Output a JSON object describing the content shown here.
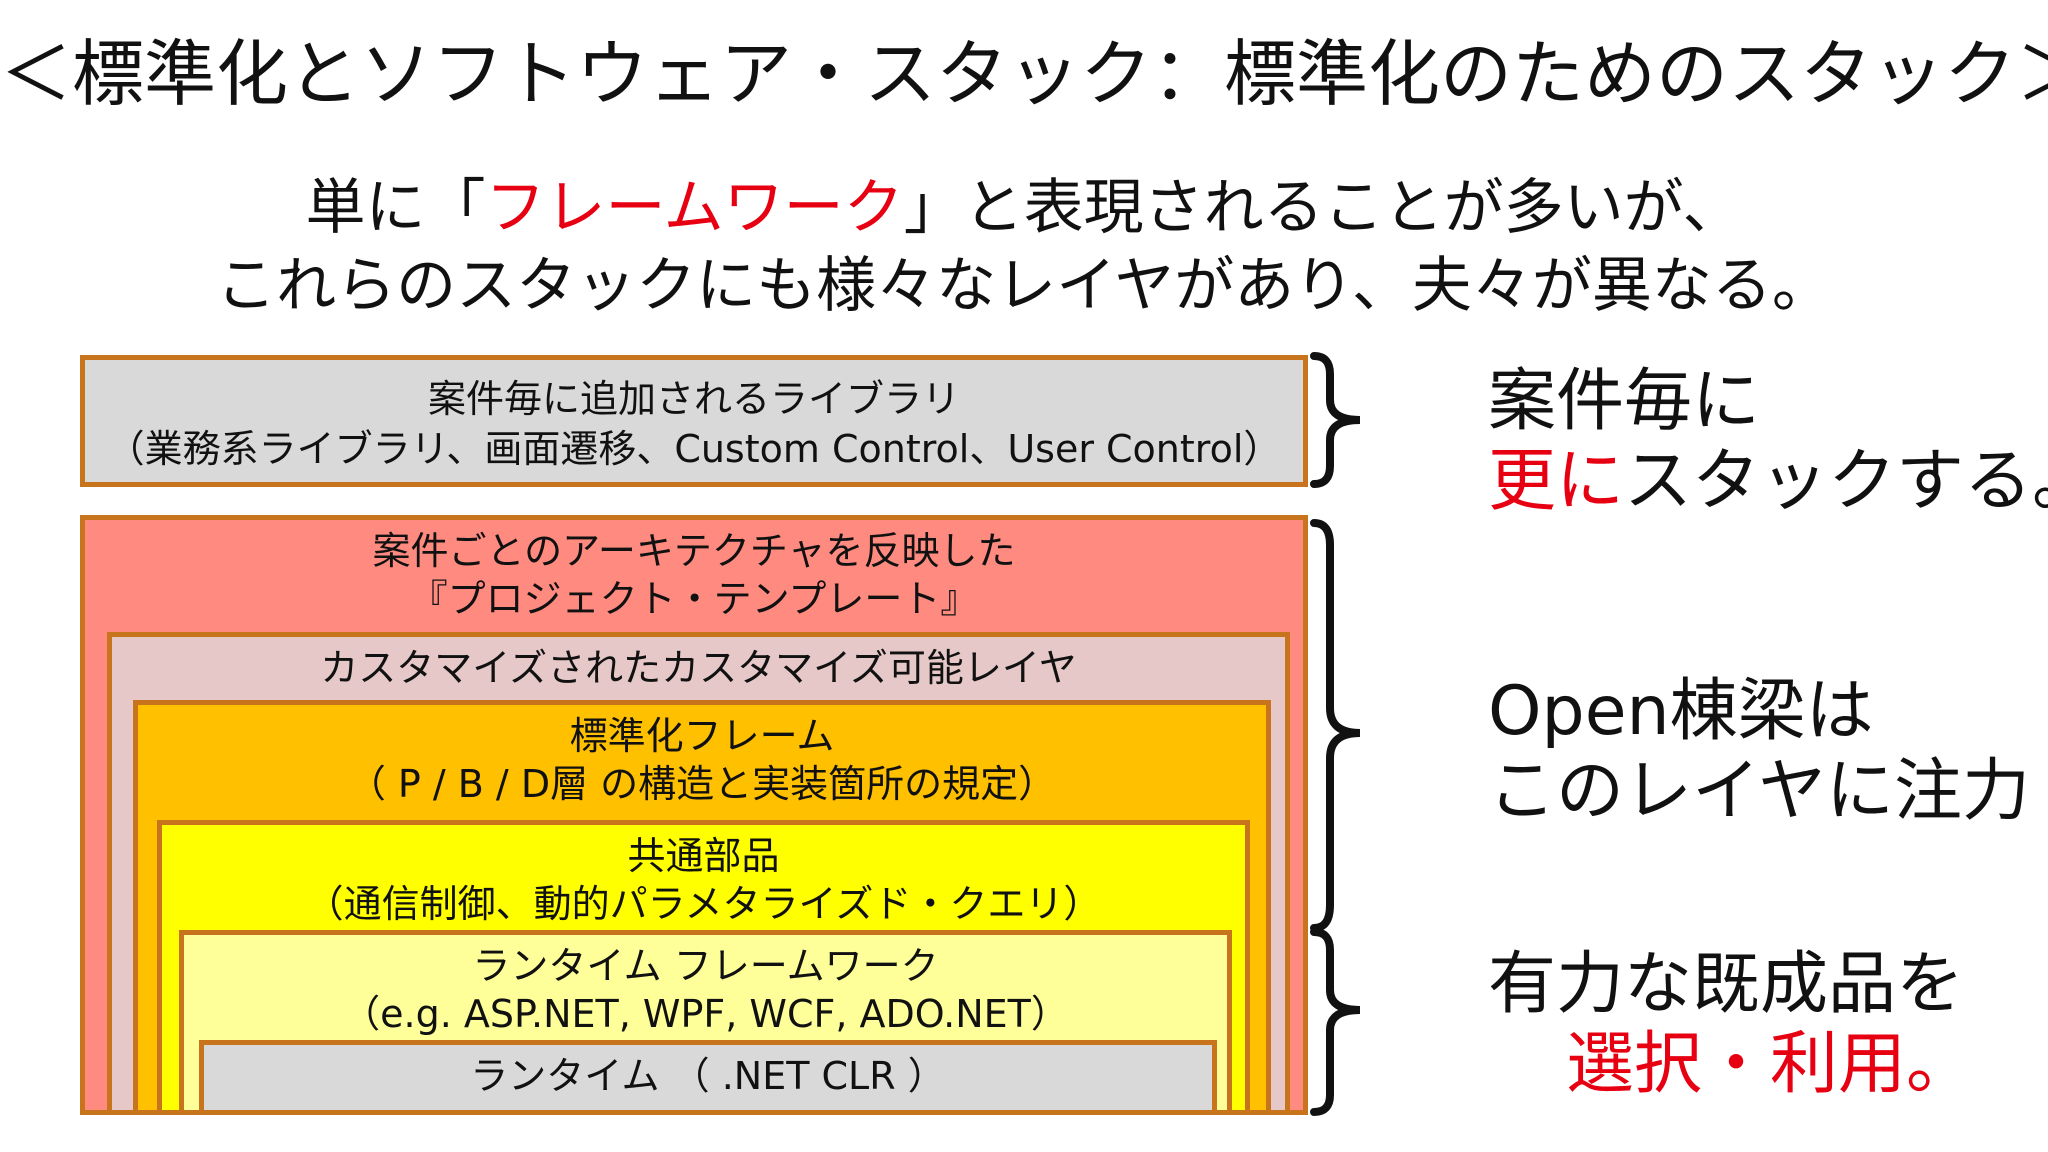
{
  "title": "＜標準化とソフトウェア・スタック：標準化のためのスタック＞",
  "subtitle": {
    "line1_before": "単に「",
    "line1_highlight": "フレームワーク",
    "line1_after": "」と表現されることが多いが、",
    "line2": "これらのスタックにも様々なレイヤがあり、夫々が異なる。"
  },
  "layers": {
    "project_library": {
      "line1": "案件毎に追加されるライブラリ",
      "line2": "（業務系ライブラリ、画面遷移、Custom Control、User Control）"
    },
    "project_template": {
      "line1": "案件ごとのアーキテクチャを反映した",
      "line2": "『プロジェクト・テンプレート』"
    },
    "customized_layer": {
      "line1": "カスタマイズされたカスタマイズ可能レイヤ"
    },
    "standard_frame": {
      "line1": "標準化フレーム",
      "line2": "（ P / B / D層 の構造と実装箇所の規定）"
    },
    "common_parts": {
      "line1": "共通部品",
      "line2": "（通信制御、動的パラメタライズド・クエリ）"
    },
    "runtime_framework": {
      "line1": "ランタイム フレームワーク",
      "line2": "（e.g. ASP.NET, WPF, WCF, ADO.NET）"
    },
    "runtime": {
      "line1": "ランタイム （ .NET CLR ）"
    }
  },
  "side_notes": {
    "top": {
      "line1": "案件毎に",
      "line2_highlight": "更に",
      "line2_rest": "スタックする。"
    },
    "middle": {
      "line1": "Open棟梁は",
      "line2": "このレイヤに注力"
    },
    "bottom": {
      "line1": "有力な既成品を",
      "line2": "選択・利用。"
    }
  },
  "colors": {
    "accent_red": "#e60012",
    "border_orange": "#c8741c",
    "gray_fill": "#d9d9d9",
    "salmon_fill": "#ff8a80",
    "pink_fill": "#e6c8c8",
    "orange_fill": "#ffc000",
    "yellow_fill": "#ffff00",
    "light_yellow_fill": "#ffff99"
  }
}
